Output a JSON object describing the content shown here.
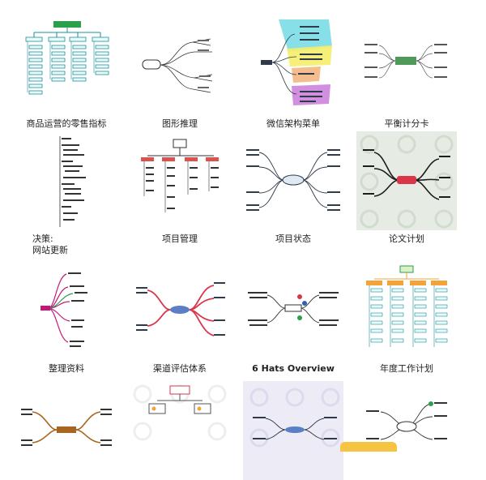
{
  "templates": [
    {
      "id": "retail-metrics",
      "label": "商品运营的零售指标"
    },
    {
      "id": "graphic-reasoning",
      "label": "图形推理"
    },
    {
      "id": "wechat-menu",
      "label": "微信架构菜单"
    },
    {
      "id": "balanced-scorecard",
      "label": "平衡计分卡"
    },
    {
      "id": "decision-website",
      "label": "决策:\n网站更新"
    },
    {
      "id": "project-management",
      "label": "项目管理"
    },
    {
      "id": "project-status",
      "label": "项目状态"
    },
    {
      "id": "thesis-plan",
      "label": "论文计划"
    },
    {
      "id": "organize-data",
      "label": "整理资料"
    },
    {
      "id": "channel-evaluation",
      "label": "渠道评估体系"
    },
    {
      "id": "six-hats",
      "label": "6 Hats Overview"
    },
    {
      "id": "annual-plan",
      "label": "年度工作计划"
    },
    {
      "id": "row4-a",
      "label": ""
    },
    {
      "id": "row4-b",
      "label": ""
    },
    {
      "id": "row4-c",
      "label": ""
    },
    {
      "id": "row4-d",
      "label": ""
    }
  ],
  "colors": {
    "teal": "#1c8f9a",
    "node_dark": "#2f3b4a",
    "cyan_group": "#5fd6e0",
    "yellow_group": "#f5ee6a",
    "orange_group": "#f3b27a",
    "purple_group": "#c36ad6",
    "green_center": "#4f9a5b",
    "magenta": "#c2187a",
    "red_branch": "#d9364a",
    "brown_branch": "#a8651f",
    "orange_node": "#f2a43a",
    "pattern_bg": "#e6ebe4"
  }
}
